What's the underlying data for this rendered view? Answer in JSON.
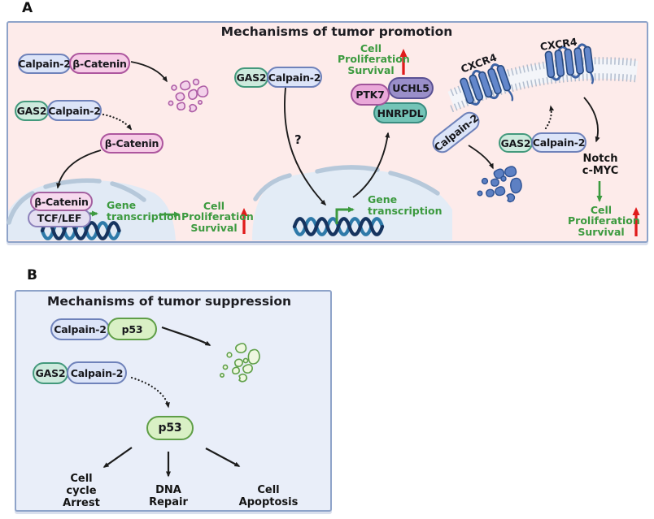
{
  "figure": {
    "type": "pathway-diagram",
    "colors": {
      "panel_a_bg": "#fdebea",
      "panel_b_bg": "#e9eef9",
      "panel_border": "#8ea3c9",
      "green_text_arrow": "#3c9a3f",
      "red_arrow": "#e01b1b",
      "black_arrow": "#1c1c1c",
      "calpain2_pill": "#dce4f8",
      "gas2_pill": "#cdeadd",
      "beta_catenin_pill": "#f6cce6",
      "p53_pill": "#d9f0c5",
      "tcf_lef_pill": "#e4def1",
      "ptk7_pill": "#eaa8d9",
      "uchl5_pill": "#9a8fc9",
      "hnrpdl_pill": "#74c4b7",
      "receptor_blue": "#6387cb",
      "dna_dark": "#16345f",
      "dna_light": "#2e7aa9"
    }
  },
  "panel_a": {
    "label": "A",
    "title": "Mechanisms of tumor promotion",
    "pills": {
      "calpain2": "Calpain-2",
      "beta_catenin": "β-Catenin",
      "gas2": "GAS2",
      "tcf_lef": "TCF/LEF",
      "ptk7": "PTK7",
      "uchl5": "UCHL5",
      "hnrpdl": "HNRPDL"
    },
    "receptor": "CXCR4",
    "question_mark": "?",
    "gene_transcription": {
      "line1": "Gene",
      "line2": "transcription"
    },
    "outcome": {
      "line1": "Cell",
      "line2": "Proliferation",
      "line3": "Survival"
    },
    "notch": "Notch",
    "cmyc": "c-MYC"
  },
  "panel_b": {
    "label": "B",
    "title": "Mechanisms of tumor suppression",
    "pills": {
      "calpain2": "Calpain-2",
      "p53": "p53",
      "gas2": "GAS2"
    },
    "outcomes": {
      "cycle": {
        "line1": "Cell",
        "line2": "cycle",
        "line3": "Arrest"
      },
      "repair": {
        "line1": "DNA",
        "line2": "Repair"
      },
      "apoptosis": {
        "line1": "Cell",
        "line2": "Apoptosis"
      }
    }
  }
}
